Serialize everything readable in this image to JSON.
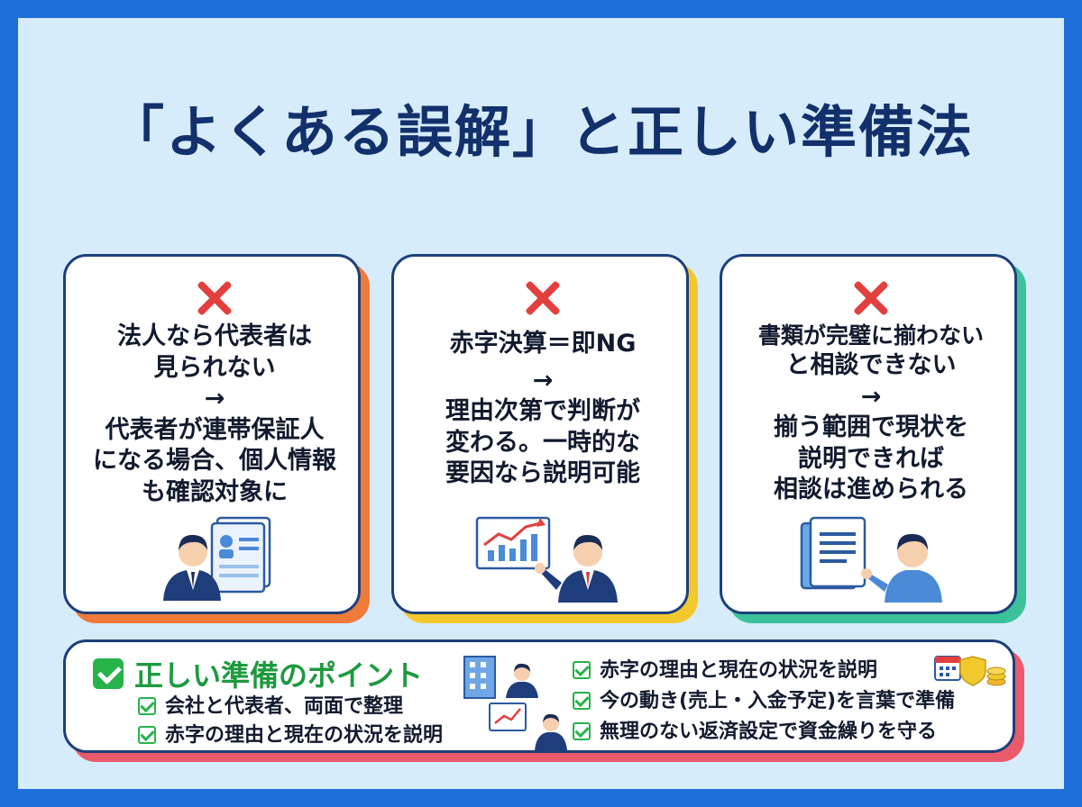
{
  "title": "「よくある誤解」と正しい準備法",
  "colors": {
    "border": "#1e6fd9",
    "background": "#d6ecfb",
    "title": "#12306b",
    "x_mark": "#e33f3f",
    "card1_accent": "#f07a3a",
    "card2_accent": "#f2c92d",
    "card3_accent": "#3cc29a",
    "points_accent": "#e95b6b",
    "check": "#27b24a"
  },
  "cards": [
    {
      "icon": "x-mark-icon",
      "lines": [
        "法人なら代表者は",
        "見られない",
        "→",
        "代表者が連帯保証人",
        "になる場合、個人情報",
        "も確認対象に"
      ]
    },
    {
      "icon": "x-mark-icon",
      "lines": [
        "赤字決算＝即NG",
        "→",
        "理由次第で判断が",
        "変わる。一時的な",
        "要因なら説明可能"
      ]
    },
    {
      "icon": "x-mark-icon",
      "lines": [
        "書類が完璧に揃わない",
        "と相談できない",
        "→",
        "揃う範囲で現状を",
        "説明できれば",
        "相談は進められる"
      ]
    }
  ],
  "points": {
    "title": "正しい準備のポイント",
    "left_items": [
      "会社と代表者、両面で整理",
      "赤字の理由と現在の状況を説明"
    ],
    "right_items": [
      "赤字の理由と現在の状況を説明",
      "今の動き(売上・入金予定)を言葉で準備",
      "無理のない返済設定で資金繰りを守る"
    ]
  }
}
